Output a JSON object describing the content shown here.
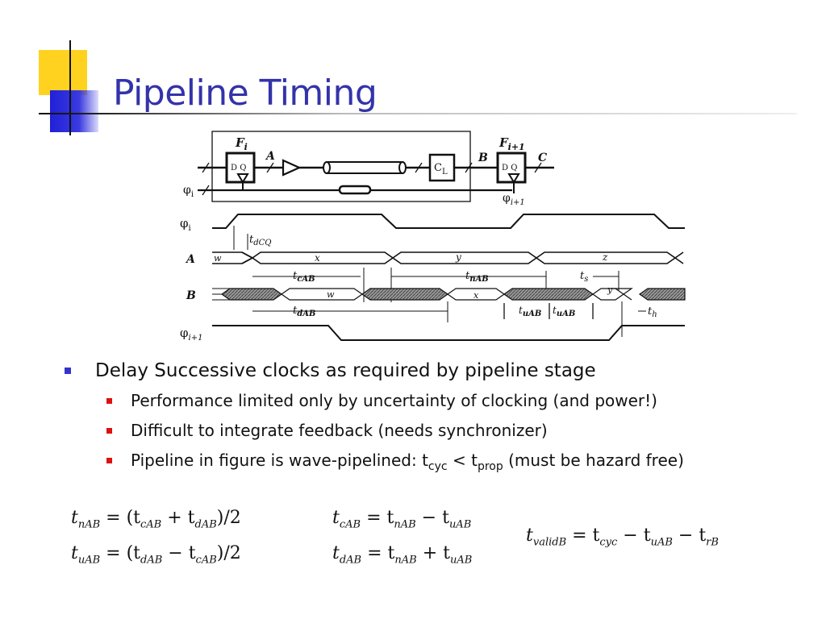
{
  "slide": {
    "title": "Pipeline Timing"
  },
  "diagram": {
    "labels": {
      "fi": "F",
      "fi_sub": "i",
      "fi1": "F",
      "fi1_sub": "i+1",
      "dq1": "D Q",
      "dq2": "D Q",
      "a": "A",
      "b": "B",
      "c": "C",
      "cl": "C",
      "cl_sub": "L",
      "phi_i_top": "φ",
      "phi_i_top_sub": "i",
      "phi_i1_bottom": "φ",
      "phi_i1_bottom_sub": "i+1"
    },
    "timing": {
      "row_phi_i": "φ",
      "row_phi_i_sub": "i",
      "row_a": "A",
      "row_b": "B",
      "row_phi_i1": "φ",
      "row_phi_i1_sub": "i+1",
      "tdcq": "t",
      "tdcq_sub": "dCQ",
      "tcab": "t",
      "tcab_sub": "cAB",
      "tnab": "t",
      "tnab_sub": "nAB",
      "ts": "t",
      "ts_sub": "s",
      "tdab": "t",
      "tdab_sub": "dAB",
      "tuab1": "t",
      "tuab1_sub": "uAB",
      "tuab2": "t",
      "tuab2_sub": "uAB",
      "th": "t",
      "th_sub": "h",
      "a_w": "w",
      "a_x": "x",
      "a_y": "y",
      "a_z": "z",
      "b_w": "w",
      "b_x": "x",
      "b_y": "y"
    }
  },
  "bullets": {
    "main": "Delay Successive clocks as required by pipeline stage",
    "sub1": "Performance limited only by uncertainty of clocking (and power!)",
    "sub2": "Difficult to integrate feedback (needs synchronizer)",
    "sub3_pre": "Pipeline in figure is wave-pipelined: t",
    "sub3_cyc": "cyc",
    "sub3_mid": " < t",
    "sub3_prop": "prop",
    "sub3_post": " (must be hazard free)"
  },
  "equations": {
    "eq1": {
      "l": "t",
      "l_sub": "nAB",
      "m": " = (t",
      "m_sub": "cAB",
      "p": " + t",
      "p_sub": "dAB",
      "r": ")/2"
    },
    "eq2": {
      "l": "t",
      "l_sub": "uAB",
      "m": " = (t",
      "m_sub": "dAB",
      "p": " − t",
      "p_sub": "cAB",
      "r": ")/2"
    },
    "eq3": {
      "l": "t",
      "l_sub": "cAB",
      "m": " = t",
      "m_sub": "nAB",
      "p": " − t",
      "p_sub": "uAB"
    },
    "eq4": {
      "l": "t",
      "l_sub": "dAB",
      "m": " = t",
      "m_sub": "nAB",
      "p": " + t",
      "p_sub": "uAB"
    },
    "eq5": {
      "l": "t",
      "l_sub": "validB",
      "m": " = t",
      "m_sub": "cyc",
      "p": " − t",
      "p_sub": "uAB",
      "q": " − t",
      "q_sub": "rB"
    }
  }
}
